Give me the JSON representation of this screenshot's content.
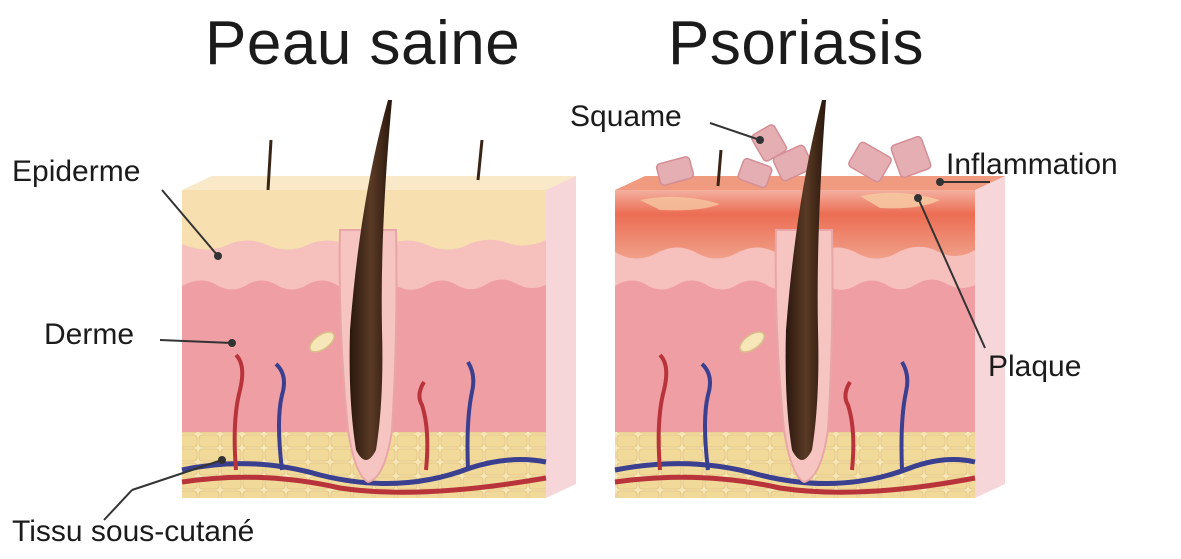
{
  "titles": {
    "healthy": "Peau saine",
    "psoriasis": "Psoriasis"
  },
  "labels": {
    "epidermis": "Epiderme",
    "dermis": "Derme",
    "subcutaneous": "Tissu sous-cutané",
    "scale": "Squame",
    "inflammation": "Inflammation",
    "plaque": "Plaque"
  },
  "colors": {
    "epidermis_top": "#f6d9a8",
    "dermis": "#ef9ea4",
    "dermis_light": "#f7c3c0",
    "fat": "#f3e1a8",
    "artery": "#b8333a",
    "vein": "#3b3f8f",
    "hair": "#3a2418",
    "inflammation": "#ec6a4e",
    "scale": "#e7b3b6"
  }
}
